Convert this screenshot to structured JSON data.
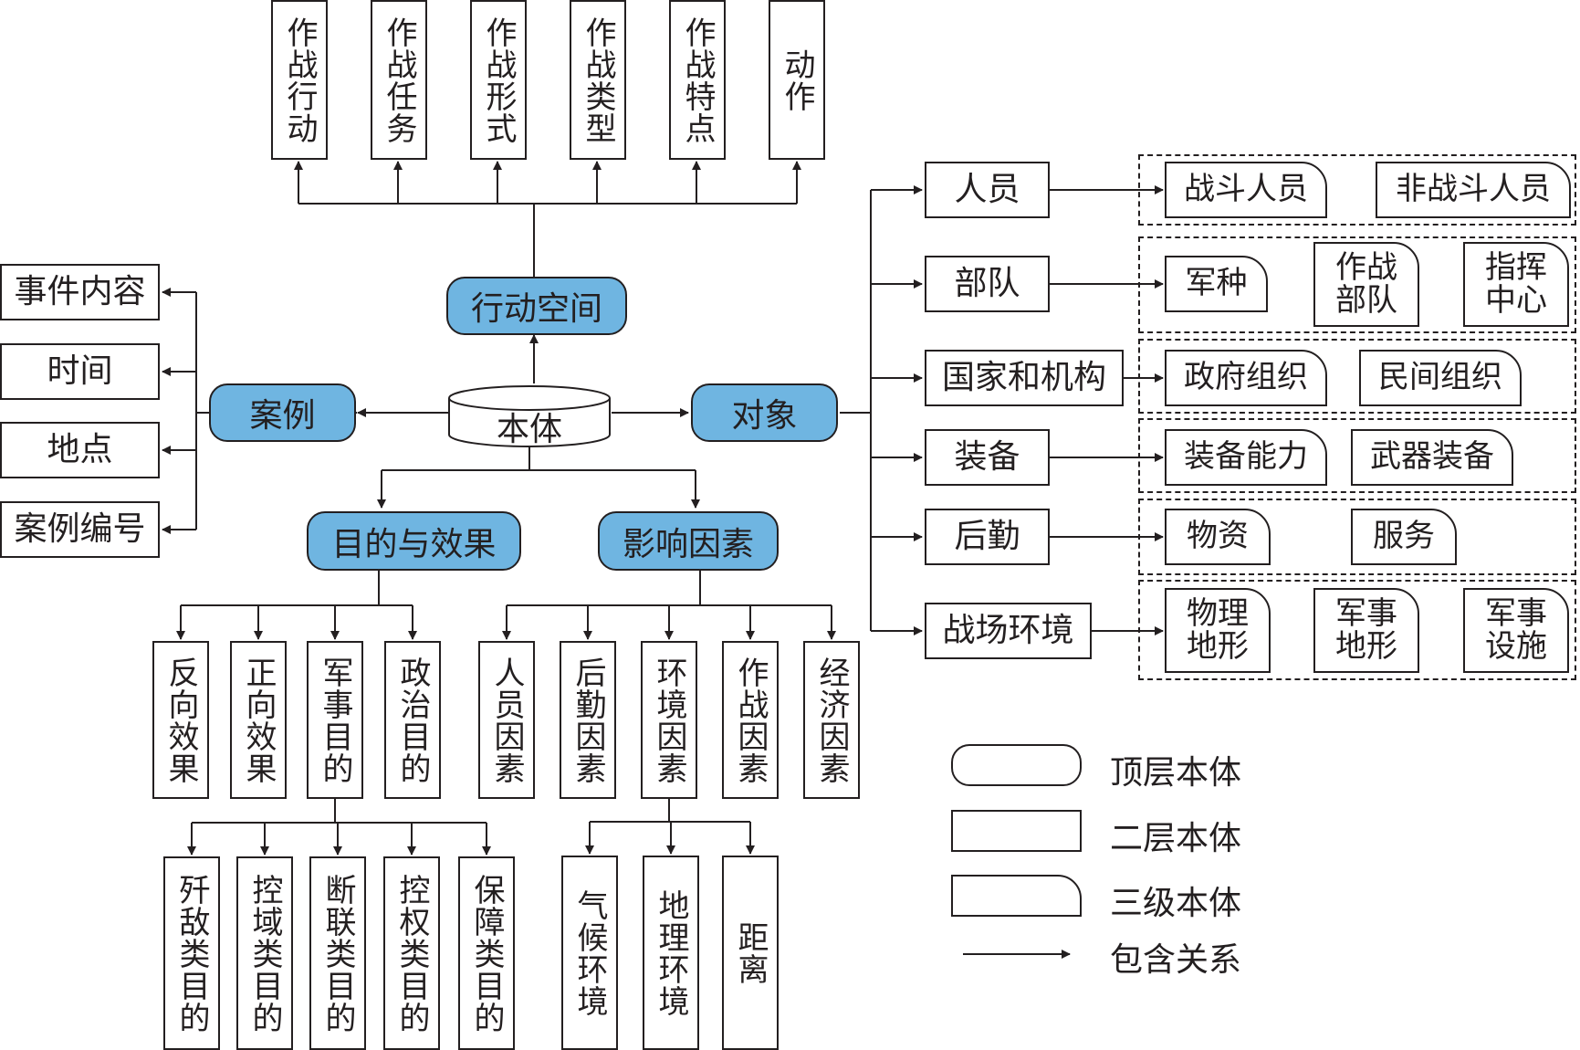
{
  "root": "本体",
  "top_level": {
    "action_space": "行动空间",
    "case": "案例",
    "object": "对象",
    "purpose_effect": "目的与效果",
    "influence": "影响因素"
  },
  "action_children": [
    "作战行动",
    "作战任务",
    "作战形式",
    "作战类型",
    "作战特点",
    "动作"
  ],
  "case_children": [
    "事件内容",
    "时间",
    "地点",
    "案例编号"
  ],
  "object_children": [
    "人员",
    "部队",
    "国家和机构",
    "装备",
    "后勤",
    "战场环境"
  ],
  "personnel_children": [
    "战斗人员",
    "非战斗人员"
  ],
  "unit_children": [
    "军种",
    "作战部队",
    "指挥中心"
  ],
  "org_children": [
    "政府组织",
    "民间组织"
  ],
  "equipment_children": [
    "装备能力",
    "武器装备"
  ],
  "logistics_children": [
    "物资",
    "服务"
  ],
  "battlefield_children": [
    "物理地形",
    "军事地形",
    "军事设施"
  ],
  "purpose_children": [
    "反向效果",
    "正向效果",
    "军事目的",
    "政治目的"
  ],
  "military_purpose_children": [
    "歼敌类目的",
    "控域类目的",
    "断联类目的",
    "控权类目的",
    "保障类目的"
  ],
  "influence_children": [
    "人员因素",
    "后勤因素",
    "环境因素",
    "作战因素",
    "经济因素"
  ],
  "environment_children": [
    "气候环境",
    "地理环境",
    "距离"
  ],
  "legend": {
    "top_level": "顶层本体",
    "second_level": "二层本体",
    "third_level": "三级本体",
    "relation": "包含关系"
  },
  "colors": {
    "top_fill": "#6fb5e1",
    "line": "#231f20"
  }
}
